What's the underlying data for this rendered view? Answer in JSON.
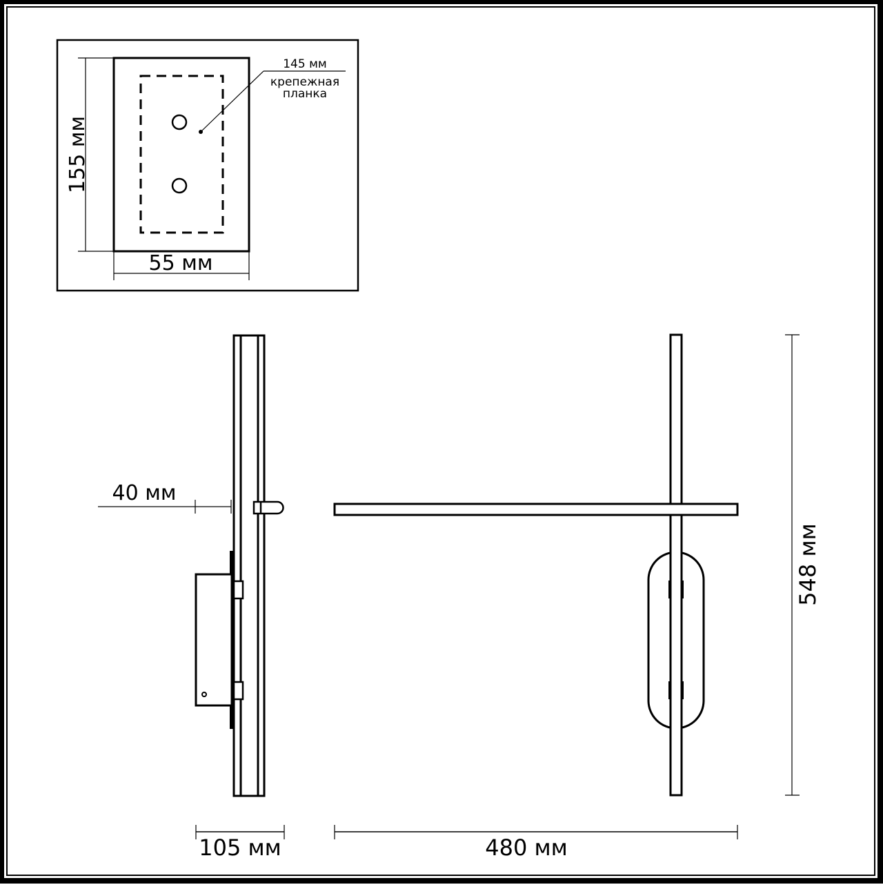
{
  "drawing": {
    "frame": {
      "outer_color": "#000000",
      "background": "#ffffff"
    },
    "inset_mount_plate": {
      "label_height": "155 мм",
      "label_width": "55 мм",
      "callout_dimension": "145 мм",
      "callout_line1": "крепежная",
      "callout_line2": "планка",
      "holes": 2
    },
    "side_view": {
      "label_offset": "40 мм",
      "label_depth": "105 мм"
    },
    "front_view": {
      "label_width": "480 мм",
      "label_height": "548 мм"
    }
  }
}
